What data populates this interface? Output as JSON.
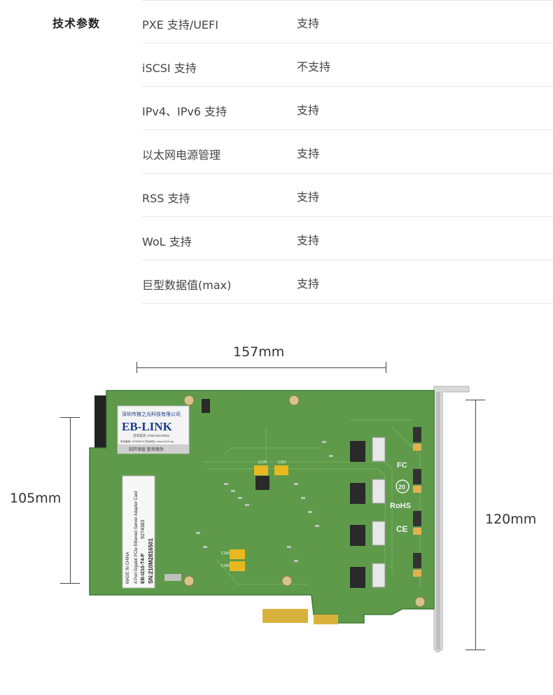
{
  "section": {
    "label": "技术参数"
  },
  "specs": [
    {
      "key": "PXE 支持/UEFI",
      "value": "支持"
    },
    {
      "key": "iSCSI 支持",
      "value": "不支持"
    },
    {
      "key": "IPv4、IPv6 支持",
      "value": "支持"
    },
    {
      "key": "以太网电源管理",
      "value": "支持"
    },
    {
      "key": "RSS 支持",
      "value": "支持"
    },
    {
      "key": "WoL 支持",
      "value": "支持"
    },
    {
      "key": "巨型数据值(max)",
      "value": "支持"
    }
  ],
  "dimensions": {
    "length": "157mm",
    "height": "105mm",
    "bracket_height": "120mm"
  },
  "board": {
    "colors": {
      "pcb": "#5e9a4a",
      "pcb_dark": "#3f7a35",
      "bracket": "#dcdcdc",
      "gold": "#d8b23c"
    },
    "sticker": {
      "company": "深圳市狼之光科技有限公司",
      "brand": "EB-LINK",
      "phone": "咨询电话: 0755-83179002",
      "cert": "防伪备案: 420658615 防伪网址: www.fw315.org",
      "note": "刮开涂层  查询真伪"
    },
    "label2": {
      "sn": "SN:210M2816501",
      "model": "EB-I210-T4-P",
      "made": "MADE IN CHINA",
      "code": "9274383",
      "desc": "4 Port Gigabit PCIe Ethernet Server Adapter Card"
    },
    "marks": {
      "fc": "FC",
      "rohs": "RoHS",
      "ce": "CE",
      "recycle": "20"
    },
    "caps": {
      "c176": "C176",
      "c157": "C157",
      "c155": "C155",
      "c156": "C156"
    }
  }
}
